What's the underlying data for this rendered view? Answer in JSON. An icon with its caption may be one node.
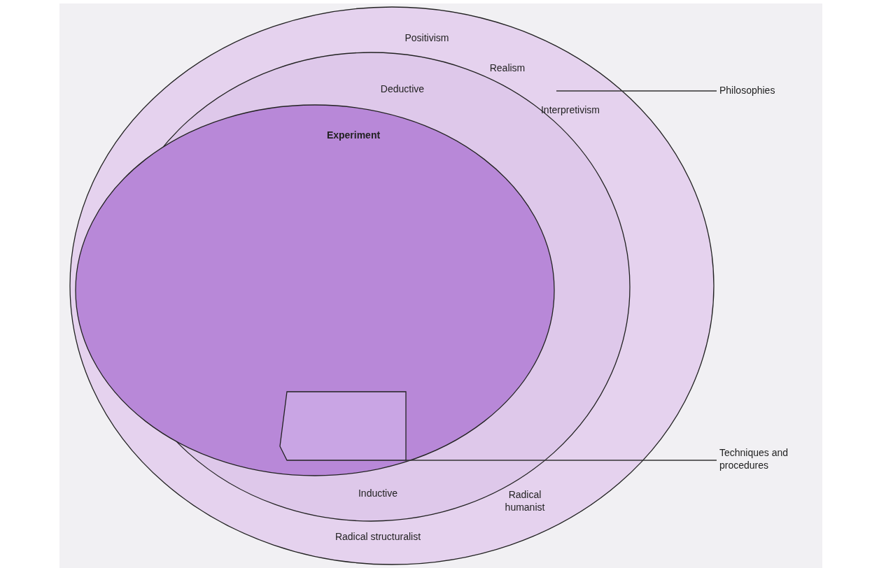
{
  "diagram": {
    "nodes": [
      {
        "text": [
          "Positivism",
          "Realism",
          "Interpretivism",
          "Radical humanist",
          "Radical structuralist"
        ]
      },
      {
        "text": [
          "Deductive",
          "Inductive"
        ],
        "in": 0
      },
      {
        "text": [
          "Experiment"
        ],
        "in": 1
      },
      {
        "text": [],
        "shape": "box",
        "in": 2
      },
      {
        "text": [
          "Philosophies"
        ]
      },
      {
        "text": [
          "Techniques and procedures"
        ]
      }
    ],
    "edges": [
      {
        "from": 4,
        "to": 0,
        "arrow": "none"
      },
      {
        "from": 5,
        "to": 3,
        "arrow": "none"
      }
    ]
  }
}
